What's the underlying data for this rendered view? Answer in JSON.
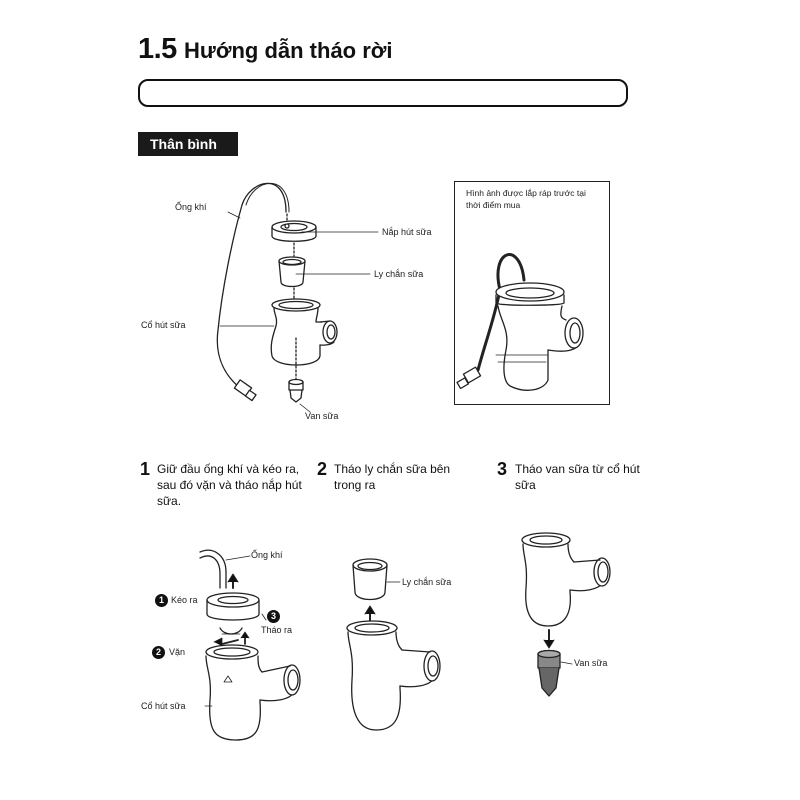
{
  "header": {
    "number": "1.5",
    "title": "Hướng dẫn tháo rời"
  },
  "section_tag": "Thân bình",
  "diagram_labels": {
    "ong_khi": "Ống khí",
    "nap_hut_sua": "Nắp hút sữa",
    "ly_chan_sua": "Ly chắn sữa",
    "co_hut_sua": "Cổ hút sữa",
    "van_sua": "Van sữa"
  },
  "assembled_note": "Hình ảnh được lắp ráp trước tại thời điểm mua",
  "steps": [
    {
      "number": "1",
      "text": "Giữ đầu ống khí và kéo ra, sau đó vặn và tháo nắp hút sữa."
    },
    {
      "number": "2",
      "text": "Tháo ly chắn sữa bên trong ra"
    },
    {
      "number": "3",
      "text": "Tháo van sữa từ cổ hút sữa"
    }
  ],
  "step1_labels": {
    "ong_khi": "Ống khí",
    "keo_ra_num": "1",
    "keo_ra": "Kéo ra",
    "van_num": "2",
    "van": "Vặn",
    "thao_ra_num": "3",
    "thao_ra": "Tháo ra",
    "co_hut_sua": "Cổ hút sữa"
  },
  "step2_labels": {
    "ly_chan_sua": "Ly chắn sữa"
  },
  "step3_labels": {
    "van_sua": "Van sữa"
  }
}
